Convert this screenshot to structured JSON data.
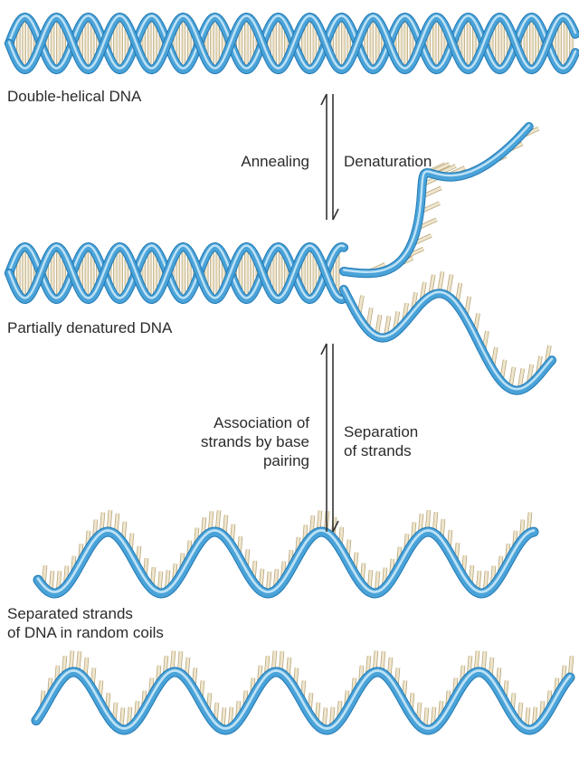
{
  "labels": {
    "double_helical": "Double-helical DNA",
    "annealing": "Annealing",
    "denaturation": "Denaturation",
    "partially_denatured": "Partially denatured DNA",
    "association": "Association of\nstrands by base\npairing",
    "separation": "Separation\nof strands",
    "separated": "Separated strands\nof DNA in random coils"
  },
  "colors": {
    "strand_dark": "#1f78b4",
    "strand_mid": "#4aa3d8",
    "strand_light": "#bfe2f6",
    "base_fill": "#efe6cf",
    "base_stroke": "#b9a77a",
    "arrow": "#333333",
    "text": "#2b2b2b"
  }
}
